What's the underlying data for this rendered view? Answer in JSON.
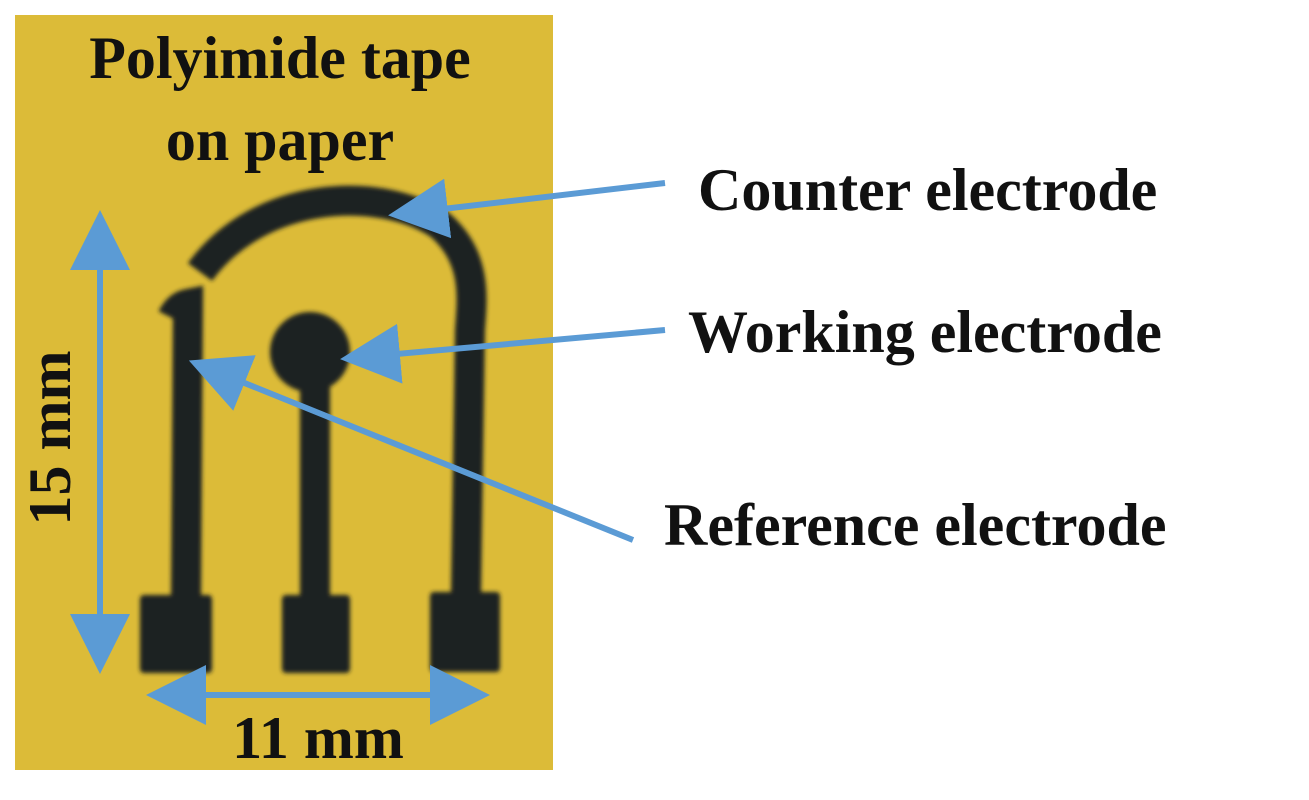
{
  "tape_label": {
    "line1": "Polyimide tape",
    "line2": "on paper"
  },
  "callouts": {
    "counter": "Counter electrode",
    "working": "Working electrode",
    "reference": "Reference electrode"
  },
  "dimensions": {
    "height": "15 mm",
    "width": "11 mm"
  },
  "colors": {
    "tape": "#d9b531",
    "electrode": "#1e2123",
    "arrow": "#5b9bd5",
    "text": "#111111"
  }
}
